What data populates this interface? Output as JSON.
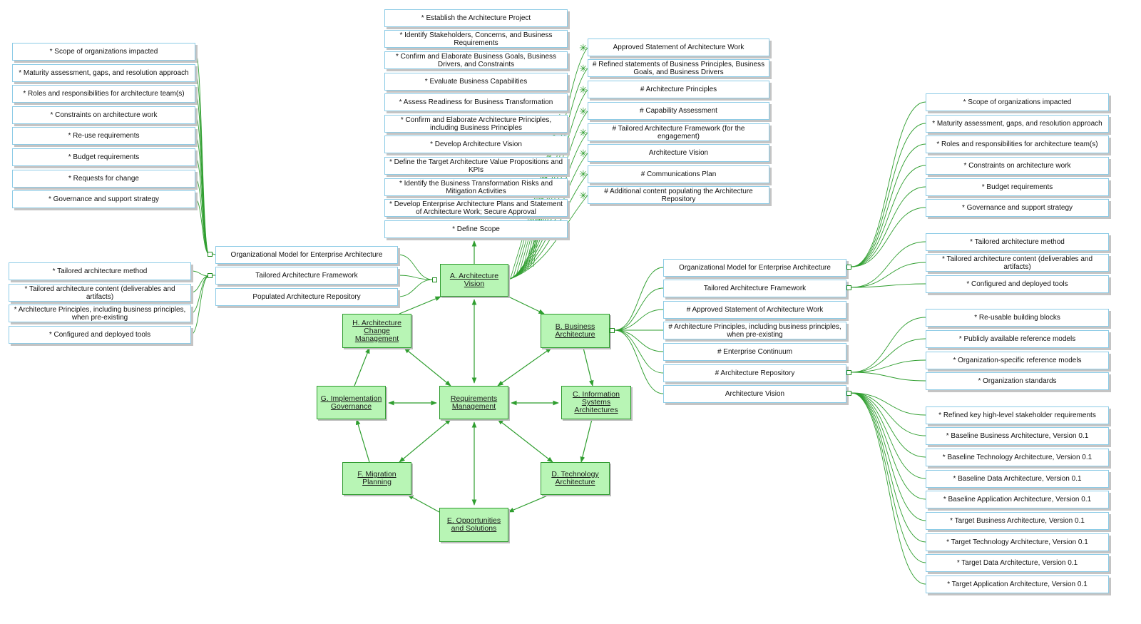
{
  "colors": {
    "phase_fill": "#b8f5b5",
    "phase_border": "#2e9a2e",
    "box_border": "#8ccbe6",
    "connector": "#2f9e2f"
  },
  "phases": {
    "a": "A. Architecture Vision",
    "b": "B. Business Architecture",
    "c": "C. Information Systems Architectures",
    "d": "D. Technology Architecture",
    "e": "E. Opportunities and Solutions",
    "f": "F. Migration Planning",
    "g": "G. Implementation Governance",
    "h": "H. Architecture Change Management",
    "rm": "Requirements Management"
  },
  "steps": [
    "* Establish the Architecture Project",
    "* Identify Stakeholders, Concerns, and Business Requirements",
    "* Confirm and Elaborate Business Goals, Business Drivers, and Constraints",
    "* Evaluate Business Capabilities",
    "* Assess Readiness for Business Transformation",
    "* Confirm and Elaborate Architecture Principles, including Business Principles",
    "* Develop Architecture Vision",
    "* Define the Target Architecture Value Propositions and KPIs",
    "* Identify the Business Transformation Risks and Mitigation Activities",
    "* Develop Enterprise Architecture Plans and Statement of Architecture Work; Secure Approval",
    "* Define Scope"
  ],
  "outputs": [
    "Approved Statement of Architecture Work",
    "# Refined statements of Business Principles, Business Goals, and Business Drivers",
    "# Architecture Principles",
    "# Capability Assessment",
    "# Tailored Architecture Framework (for the engagement)",
    "Architecture Vision",
    "# Communications Plan",
    "# Additional content populating the Architecture Repository"
  ],
  "left_org_details": [
    "* Scope of organizations impacted",
    "* Maturity assessment, gaps, and resolution approach",
    "* Roles and responsibilities for architecture team(s)",
    "* Constraints on architecture work",
    "* Re-use requirements",
    "* Budget requirements",
    "* Requests for change",
    "* Governance and support strategy"
  ],
  "left_framework_details": [
    "* Tailored architecture method",
    "* Tailored architecture content (deliverables and artifacts)",
    "* Architecture Principles, including business principles, when pre-existing",
    "* Configured and deployed tools"
  ],
  "a_inputs": [
    "Organizational Model for Enterprise Architecture",
    "Tailored Architecture Framework",
    "Populated Architecture Repository"
  ],
  "b_inputs": [
    "Organizational Model for Enterprise Architecture",
    "Tailored Architecture Framework",
    "# Approved Statement of Architecture Work",
    "# Architecture Principles, including business principles, when pre-existing",
    "# Enterprise Continuum",
    "# Architecture Repository",
    "Architecture Vision"
  ],
  "right_org_details": [
    "* Scope of organizations impacted",
    "* Maturity assessment, gaps, and resolution approach",
    "* Roles and responsibilities for architecture team(s)",
    "* Constraints on architecture work",
    "* Budget requirements",
    "* Governance and support strategy"
  ],
  "right_framework_details": [
    "* Tailored architecture method",
    "* Tailored architecture content (deliverables and artifacts)",
    "* Configured and deployed tools"
  ],
  "right_repository_details": [
    "* Re-usable building blocks",
    "* Publicly available reference models",
    "* Organization-specific reference models",
    "* Organization standards"
  ],
  "right_vision_details": [
    "* Refined key high-level stakeholder requirements",
    "* Baseline Business Architecture, Version 0.1",
    "* Baseline Technology Architecture, Version 0.1",
    "* Baseline Data Architecture, Version 0.1",
    "* Baseline Application Architecture, Version 0.1",
    "* Target Business Architecture, Version 0.1",
    "* Target Technology Architecture, Version 0.1",
    "* Target Data Architecture, Version 0.1",
    "* Target Application Architecture, Version 0.1"
  ]
}
